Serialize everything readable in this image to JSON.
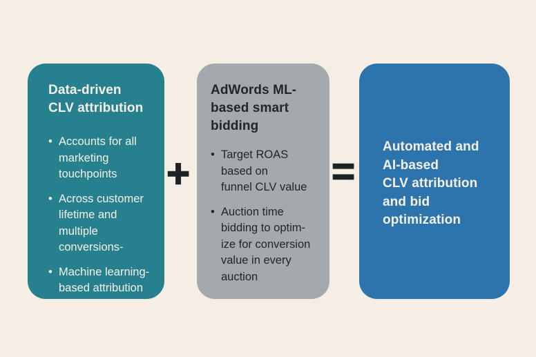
{
  "diagram": {
    "background_color": "#f5eee4",
    "operator_color": "#1e2125",
    "bullet_marker": "•",
    "operators": {
      "plus": "+",
      "equals": "="
    },
    "boxes": [
      {
        "id": "data-driven-clv-attribution",
        "fill_color": "#27808e",
        "text_color": "#f4f1e8",
        "title": "Data-driven\nCLV attribution",
        "bullets": [
          "Accounts for all\nmarketing\ntouchpoints",
          "Across customer\nlifetime and\nmultiple\nconversions-",
          "Machine learning-\nbased attribution"
        ]
      },
      {
        "id": "adwords-ml-smart-bidding",
        "fill_color": "#a3a9ac",
        "text_color": "#222629",
        "title": "AdWords ML-\nbased smart\nbidding",
        "bullets": [
          "Target ROAS\nbased on\nfunnel CLV value",
          "Auction time\nbidding to optim-\nize for conversion\nvalue in every\nauction"
        ]
      },
      {
        "id": "automated-ai-result",
        "fill_color": "#2d74ac",
        "text_color": "#f4f1e8",
        "title": "Automated and\nAI-based\nCLV attribution\nand bid\noptimization",
        "bullets": []
      }
    ]
  }
}
